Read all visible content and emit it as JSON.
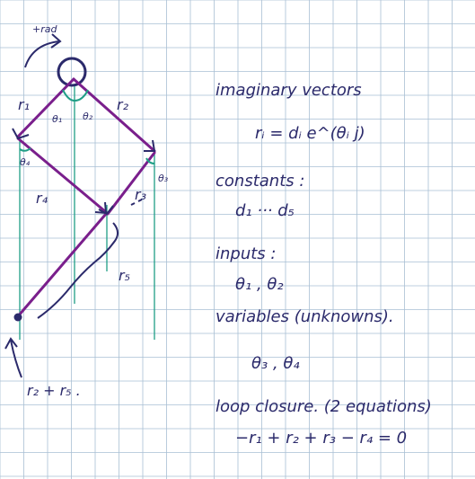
{
  "colors": {
    "grid": "#a9bfd4",
    "ink": "#2b2a6b",
    "linkage": "#7a1f8c",
    "guide": "#1f9e86",
    "background": "#ffffff"
  },
  "diagram": {
    "rotation_label": "+rad",
    "vectors": {
      "r1": "r₁",
      "r2": "r₂",
      "r3": "r₃",
      "r4": "r₄",
      "r5": "r₅"
    },
    "angles": {
      "theta1": "θ₁",
      "theta2": "θ₂",
      "theta3": "θ₃",
      "theta4": "θ₄"
    },
    "bottom_note": "r₂ + r₅ ."
  },
  "notes": {
    "line1": "imaginary vectors",
    "line2": "rᵢ = dᵢ e^(θᵢ j)",
    "line3": "constants :",
    "line4": "d₁ ··· d₅",
    "line5": "inputs :",
    "line6": "θ₁ , θ₂",
    "line7": "variables (unknowns).",
    "line8": "θ₃ , θ₄",
    "line9": "loop closure. (2 equations)",
    "line10": "−r₁ + r₂ + r₃ − r₄ = 0"
  }
}
